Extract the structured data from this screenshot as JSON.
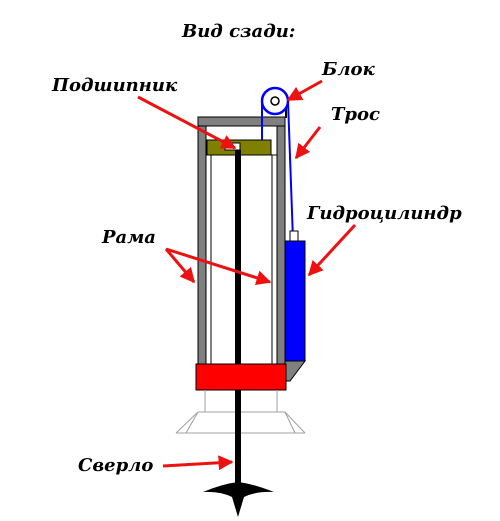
{
  "title": "Вид сзади:",
  "labels": {
    "bearing": "Подшипник",
    "pulley": "Блок",
    "cable": "Трос",
    "cylinder": "Гидроцилиндр",
    "frame": "Рама",
    "drill": "Сверло"
  },
  "colors": {
    "frame": "#808080",
    "bearing": "#808000",
    "cylinder": "#0000ff",
    "cable": "#0000ff",
    "base": "#ff0000",
    "arrow": "#ee1111",
    "drill": "#000000"
  }
}
